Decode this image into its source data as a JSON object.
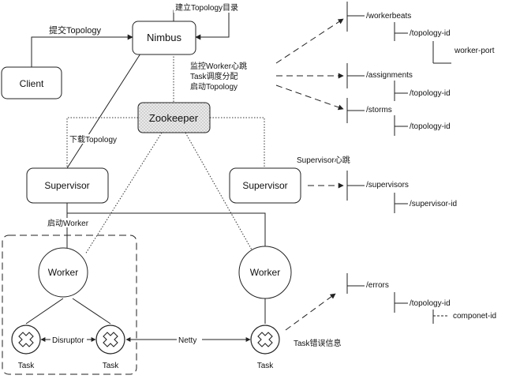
{
  "nodes": {
    "nimbus": "Nimbus",
    "client": "Client",
    "zookeeper": "Zookeeper",
    "supervisor_left": "Supervisor",
    "supervisor_right": "Supervisor",
    "worker_left": "Worker",
    "worker_right": "Worker",
    "task_left": "Task",
    "task_mid": "Task",
    "task_right": "Task"
  },
  "labels": {
    "create_dir": "建立Topology目录",
    "submit": "提交Topology",
    "nimbus_duty_1": "监控Worker心跳",
    "nimbus_duty_2": "Task调度分配",
    "nimbus_duty_3": "启动Topology",
    "download": "下载Topology",
    "supervisor_heartbeat": "Supervisor心跳",
    "start_worker": "启动Worker",
    "disruptor": "Disruptor",
    "netty": "Netty",
    "task_error": "Task错误信息"
  },
  "zk_paths": {
    "workerbeats": "/workerbeats",
    "wb_topology": "/topology-id",
    "worker_port": "worker-port",
    "assignments": "/assignments",
    "as_topology": "/topology-id",
    "storms": "/storms",
    "st_topology": "/topology-id",
    "supervisors": "/supervisors",
    "supervisor_id": "/supervisor-id",
    "errors": "/errors",
    "er_topology": "/topology-id",
    "componet_id": "componet-id"
  },
  "colors": {
    "zookeeper_fill": "#e4e4e4",
    "stroke": "#222222",
    "background": "#ffffff"
  }
}
